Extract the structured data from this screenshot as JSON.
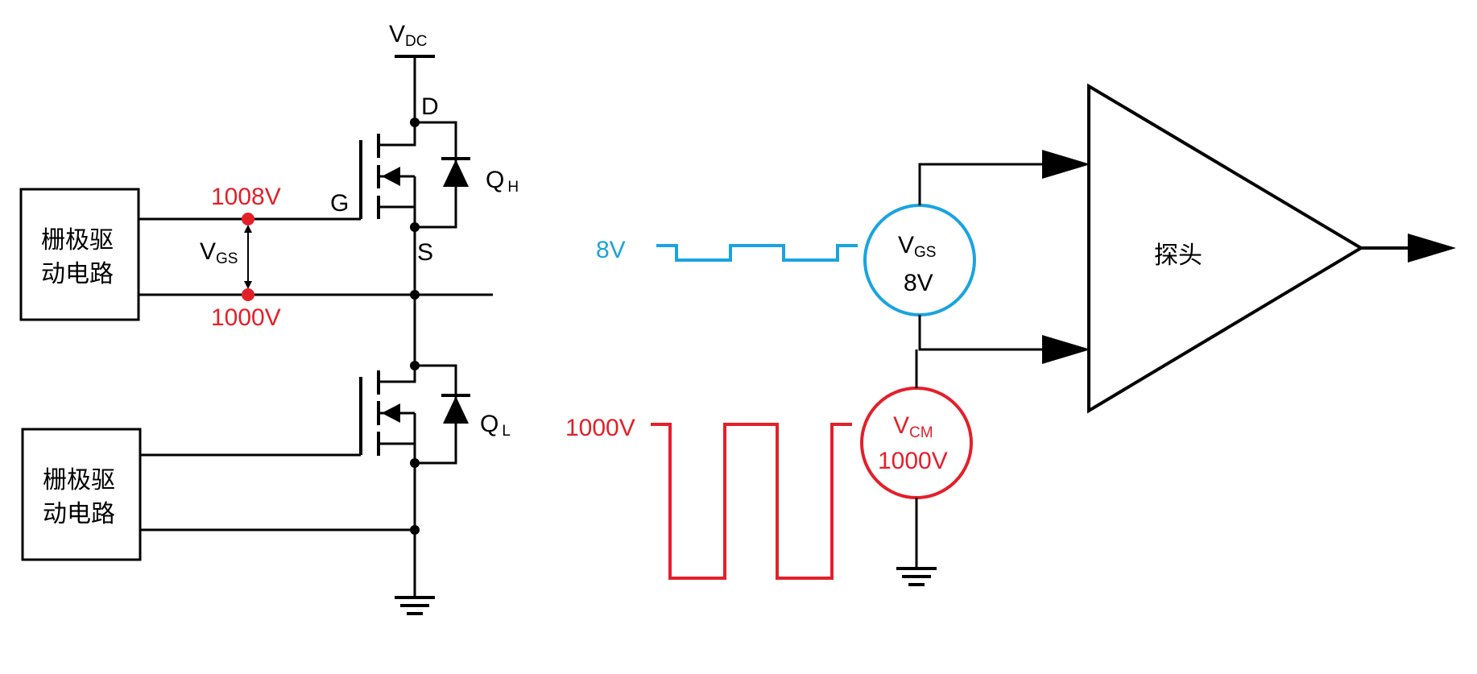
{
  "colors": {
    "wire": "#000000",
    "red": "#e3202a",
    "blue": "#1aa3e0"
  },
  "circuit": {
    "vdc": {
      "main": "V",
      "sub": "DC"
    },
    "drain": "D",
    "gate": "G",
    "source": "S",
    "qh": {
      "main": "Q",
      "sub": "H"
    },
    "ql": {
      "main": "Q",
      "sub": "L"
    },
    "gate_voltage": "1008V",
    "source_voltage": "1000V",
    "vgs": {
      "main": "V",
      "sub": "GS"
    },
    "driver_top": [
      "栅极驱",
      "动电路"
    ],
    "driver_bottom": [
      "栅极驱",
      "动电路"
    ]
  },
  "model": {
    "blue_level": "8V",
    "red_level": "1000V",
    "vgs_source": {
      "main": "V",
      "sub": "GS",
      "value": "8V"
    },
    "vcm_source": {
      "main": "V",
      "sub": "CM",
      "value": "1000V"
    },
    "probe": "探头"
  }
}
